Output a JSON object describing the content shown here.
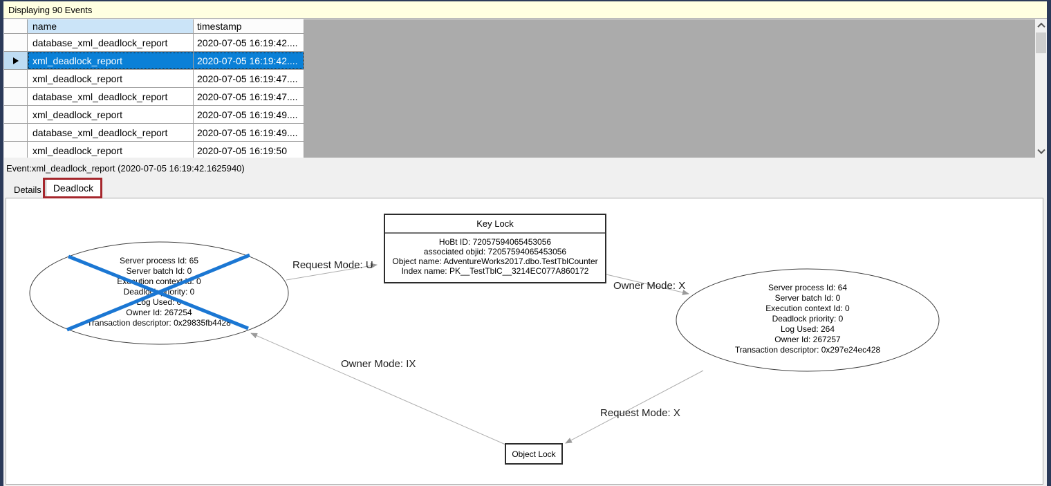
{
  "window": {
    "status_bar_text": "Displaying 90 Events"
  },
  "events_grid": {
    "columns": {
      "name": "name",
      "timestamp": "timestamp"
    },
    "rows": [
      {
        "name": "database_xml_deadlock_report",
        "timestamp": "2020-07-05 16:19:42....",
        "selected": false
      },
      {
        "name": "xml_deadlock_report",
        "timestamp": "2020-07-05 16:19:42....",
        "selected": true
      },
      {
        "name": "xml_deadlock_report",
        "timestamp": "2020-07-05 16:19:47....",
        "selected": false
      },
      {
        "name": "database_xml_deadlock_report",
        "timestamp": "2020-07-05 16:19:47....",
        "selected": false
      },
      {
        "name": "xml_deadlock_report",
        "timestamp": "2020-07-05 16:19:49....",
        "selected": false
      },
      {
        "name": "database_xml_deadlock_report",
        "timestamp": "2020-07-05 16:19:49....",
        "selected": false
      },
      {
        "name": "xml_deadlock_report",
        "timestamp": "2020-07-05 16:19:50",
        "selected": false
      }
    ]
  },
  "event_detail": {
    "title": "Event:xml_deadlock_report (2020-07-05 16:19:42.1625940)",
    "tabs": [
      {
        "label": "Details",
        "active": false
      },
      {
        "label": "Deadlock",
        "active": true,
        "annotated": true
      }
    ]
  },
  "deadlock_graph": {
    "process_left": {
      "victim": true,
      "lines": [
        "Server process Id: 65",
        "Server batch Id: 0",
        "Execution context Id: 0",
        "Deadlock priority: 0",
        "Log Used: 0",
        "Owner Id: 267254",
        "Transaction descriptor: 0x29835fb4428"
      ]
    },
    "process_right": {
      "victim": false,
      "lines": [
        "Server process Id: 64",
        "Server batch Id: 0",
        "Execution context Id: 0",
        "Deadlock priority: 0",
        "Log Used: 264",
        "Owner Id: 267257",
        "Transaction descriptor: 0x297e24ec428"
      ]
    },
    "key_lock": {
      "title": "Key Lock",
      "lines": [
        "HoBt ID: 72057594065453056",
        "associated objid: 72057594065453056",
        "Object name: AdventureWorks2017.dbo.TestTblCounter",
        "Index name: PK__TestTblC__3214EC077A860172"
      ]
    },
    "object_lock": {
      "title": "Object Lock"
    },
    "edges": [
      {
        "label": "Request Mode: U"
      },
      {
        "label": "Owner Mode: X"
      },
      {
        "label": "Owner Mode: IX"
      },
      {
        "label": "Request Mode: X"
      }
    ]
  },
  "colors": {
    "selection_blue": "#0a80d7",
    "header_blue": "#cbe4f8",
    "status_yellow": "#ffffe1",
    "window_border_navy": "#2b3a59",
    "victim_cross_blue": "#1b77d3",
    "annotation_red": "#a5262c",
    "edge_gray": "#a8a8a8"
  }
}
